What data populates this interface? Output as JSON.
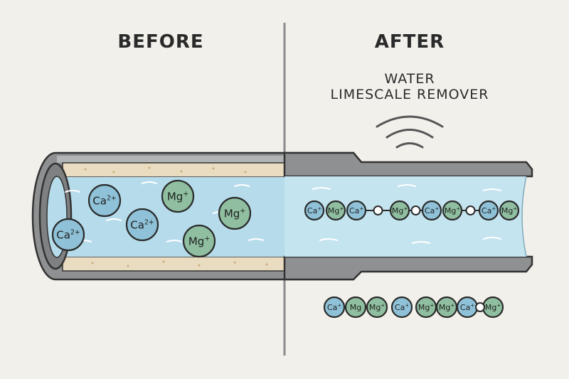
{
  "before": {
    "title": "BEFORE"
  },
  "after": {
    "title": "AFTER",
    "device_label": [
      "WATER",
      "LIMESCALE REMOVER"
    ]
  },
  "ions": {
    "before_free": [
      "Ca2+",
      "Mg+",
      "Mg+",
      "Ca2+",
      "Ca2+",
      "Mg+"
    ],
    "after_inside_chain": [
      "Ca+",
      "Mg+",
      "Ca+",
      "Mg+",
      "Ca+",
      "Mg+",
      "Ca+",
      "Mg+"
    ],
    "after_outside_chain": [
      "Ca+",
      "Mg",
      "Mg+",
      "Ca+",
      "Mg+",
      "Mg+",
      "Ca+",
      "Mg+"
    ]
  },
  "colors": {
    "background": "#f2f0eb",
    "pipe_wall": "#8e9091",
    "limescale": "#eadcc0",
    "water": "#bfe2ef",
    "calcium_ion": "#8fc2d8",
    "magnesium_ion": "#8fbfa0"
  }
}
